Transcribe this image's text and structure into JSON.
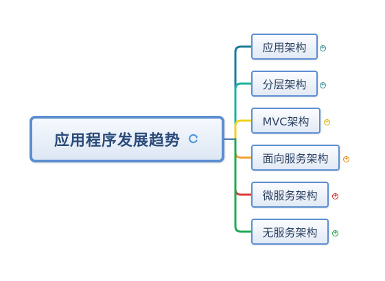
{
  "central_topic": {
    "label": "应用程序发展趋势",
    "icon": "refresh-icon"
  },
  "subtopics": [
    {
      "label": "应用架构",
      "branch_color": "#1b7a9a",
      "toggle_color": "#2a8a8a",
      "toggle_symbol": "+"
    },
    {
      "label": "分层架构",
      "branch_color": "#1bb0a0",
      "toggle_color": "#2a8a8a",
      "toggle_symbol": "+"
    },
    {
      "label": "MVC架构",
      "branch_color": "#f2d21b",
      "toggle_color": "#d4b000",
      "toggle_symbol": "+"
    },
    {
      "label": "面向服务架构",
      "branch_color": "#f0a030",
      "toggle_color": "#e08a10",
      "toggle_symbol": "+"
    },
    {
      "label": "微服务架构",
      "branch_color": "#d83a3a",
      "toggle_color": "#d02020",
      "toggle_symbol": "+"
    },
    {
      "label": "无服务架构",
      "branch_color": "#1eaa50",
      "toggle_color": "#1e9a40",
      "toggle_symbol": "+"
    }
  ],
  "colors": {
    "node_border": "#5b8ed0",
    "text": "#2a3f5f"
  }
}
